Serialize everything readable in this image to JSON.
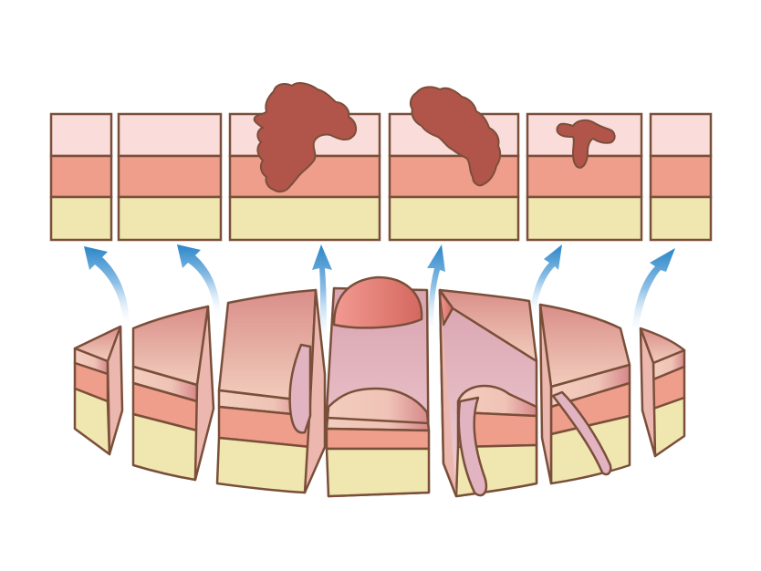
{
  "diagram": {
    "subject": "tissue-sections",
    "colors": {
      "outline": "#7a4f3a",
      "epidermis": "#fadcda",
      "dermis": "#f09e8c",
      "subcutis": "#efe6b0",
      "lesion": "#b1544a",
      "arrow": "#2a86c8",
      "top_surface": "#e9a9a0",
      "side_face": "#ecb7ae",
      "cut_face": "#e2b3c0",
      "nodule": "#e88a84"
    },
    "sections": [
      {
        "id": "section-1",
        "lesion": "none"
      },
      {
        "id": "section-2",
        "lesion": "none"
      },
      {
        "id": "section-3",
        "lesion": "large"
      },
      {
        "id": "section-4",
        "lesion": "large"
      },
      {
        "id": "section-5",
        "lesion": "small"
      },
      {
        "id": "section-6",
        "lesion": "none"
      }
    ]
  }
}
